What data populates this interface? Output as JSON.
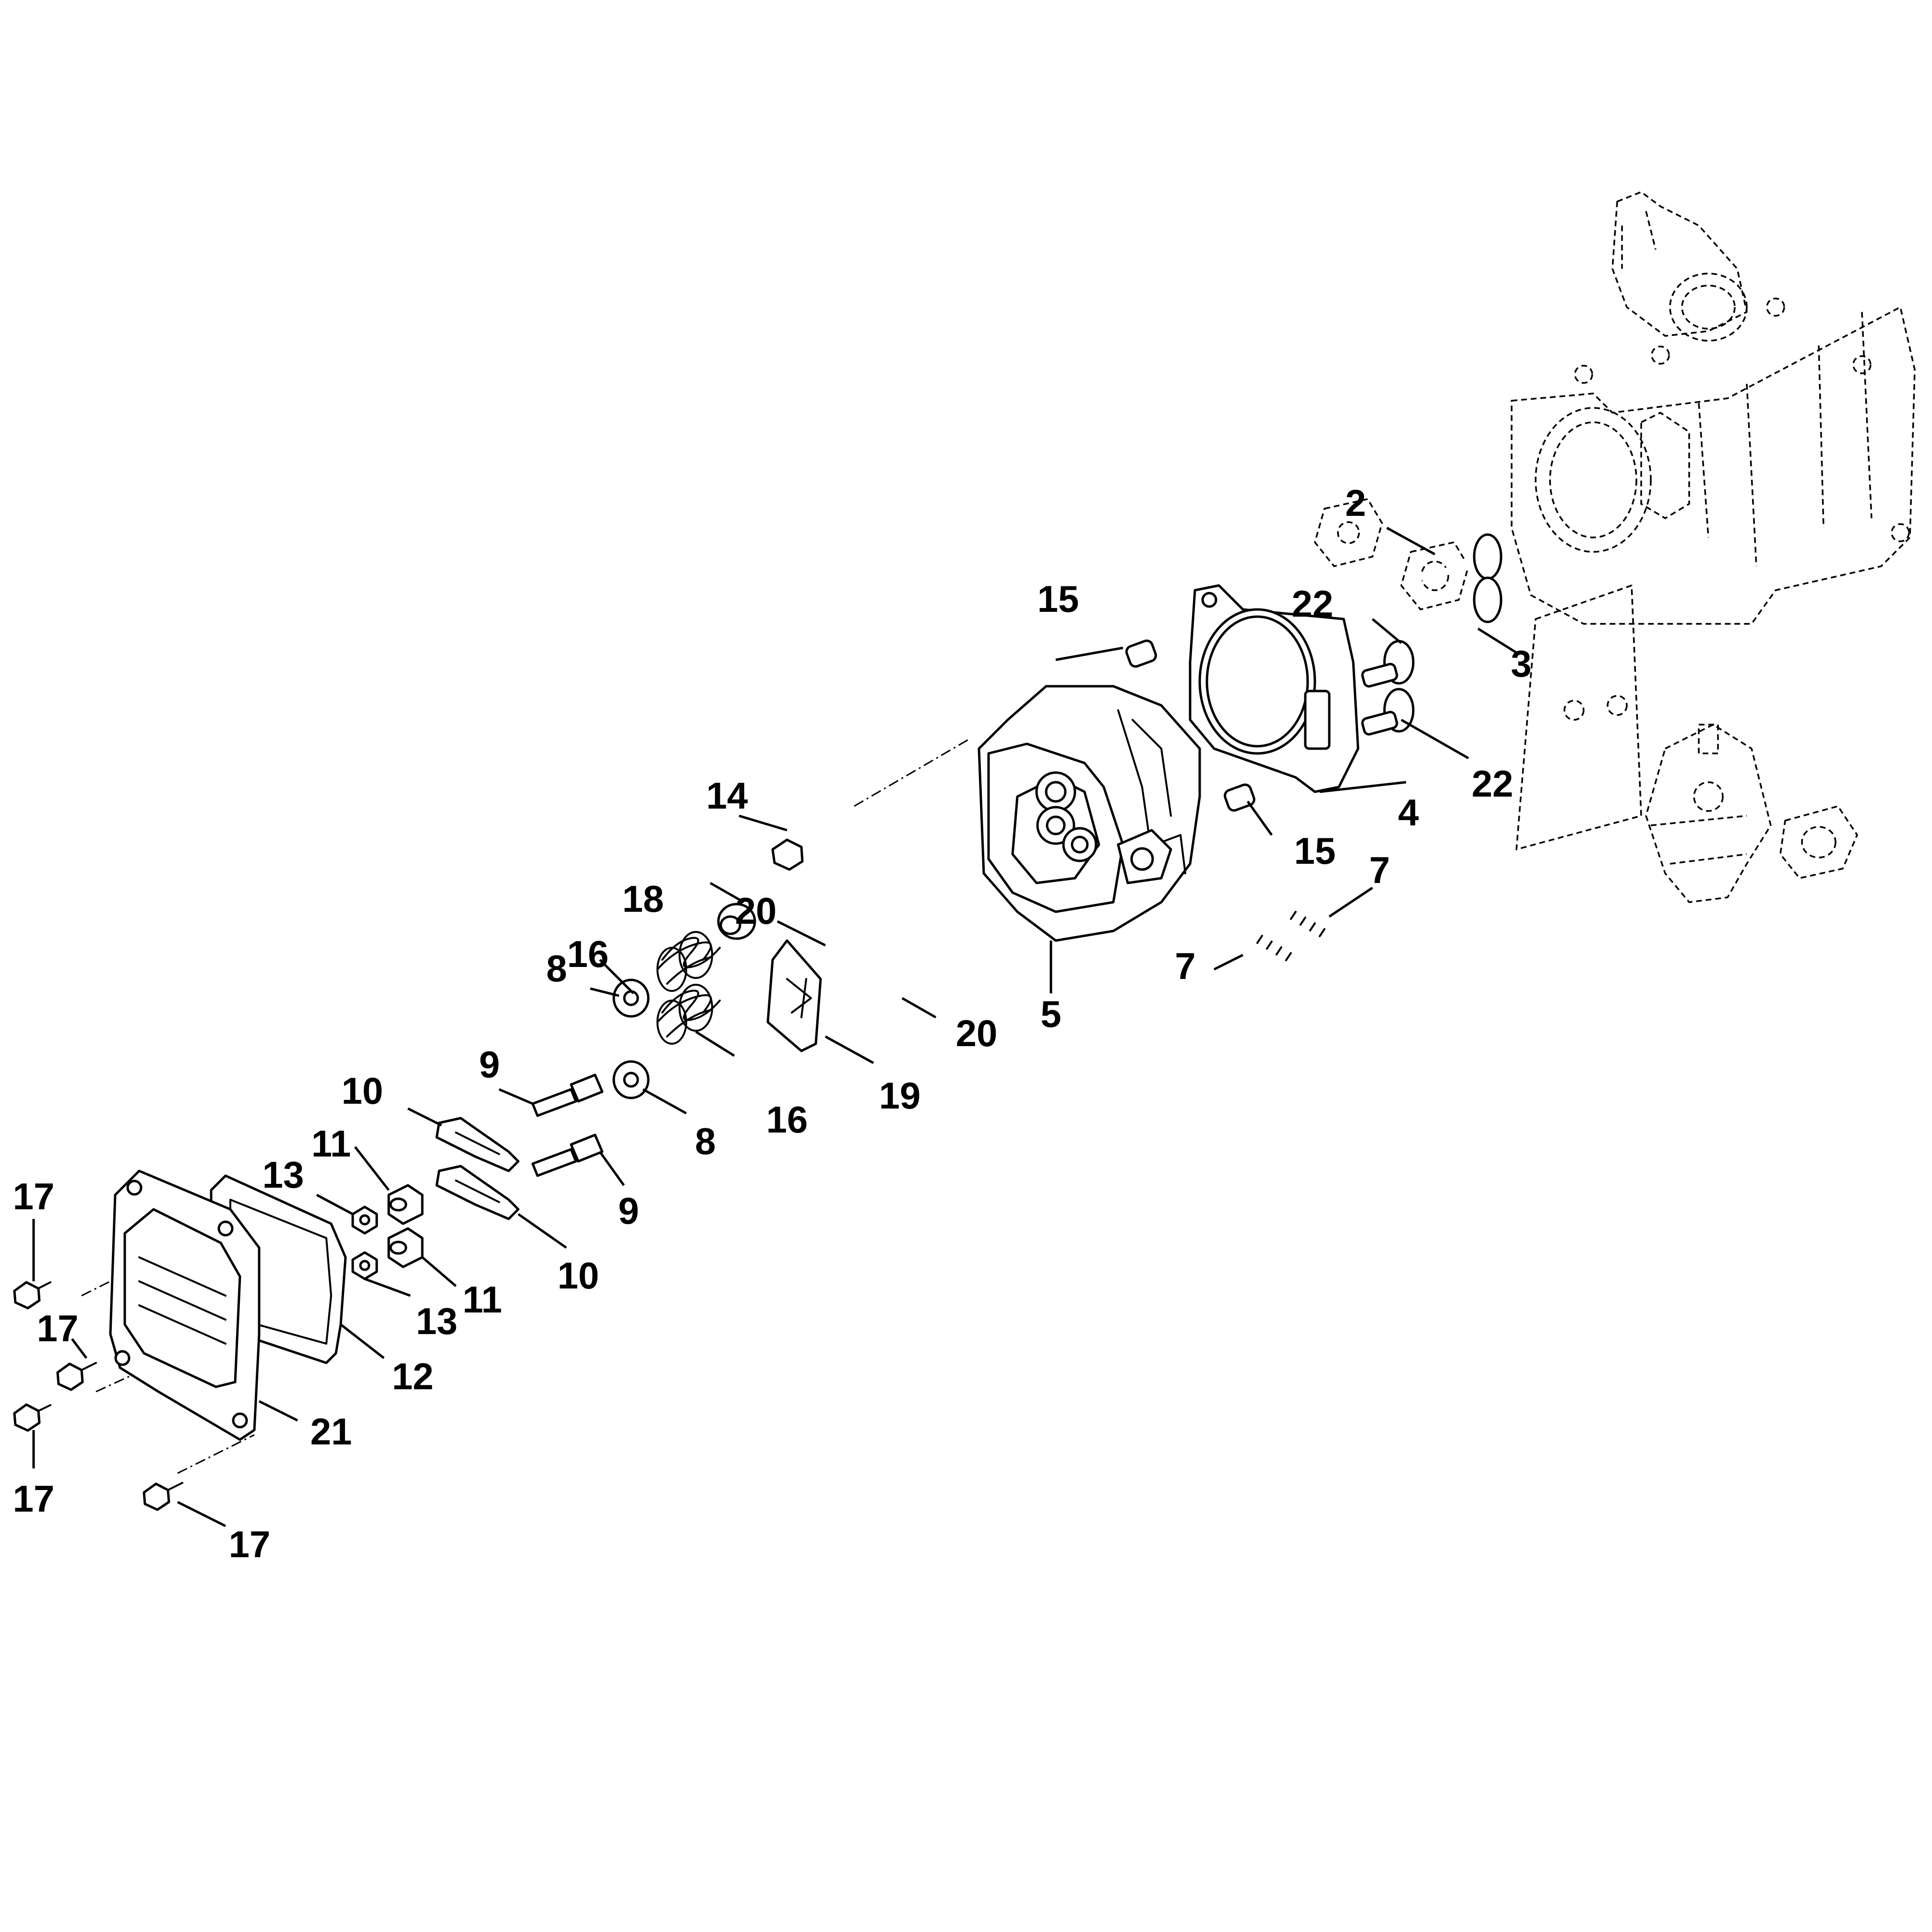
{
  "callouts": {
    "c2": "2",
    "c3": "3",
    "c4": "4",
    "c5": "5",
    "c7a": "7",
    "c7b": "7",
    "c8a": "8",
    "c8b": "8",
    "c9a": "9",
    "c9b": "9",
    "c10a": "10",
    "c10b": "10",
    "c11a": "11",
    "c11b": "11",
    "c12": "12",
    "c13a": "13",
    "c13b": "13",
    "c14": "14",
    "c15a": "15",
    "c15b": "15",
    "c16a": "16",
    "c16b": "16",
    "c17a": "17",
    "c17b": "17",
    "c17c": "17",
    "c17d": "17",
    "c18": "18",
    "c19": "19",
    "c20a": "20",
    "c20b": "20",
    "c21": "21",
    "c22a": "22",
    "c22b": "22"
  },
  "colors": {
    "line": "#000000",
    "background": "#ffffff"
  }
}
